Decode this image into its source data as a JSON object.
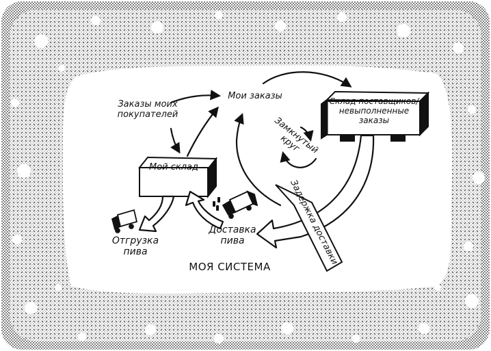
{
  "colors": {
    "ink": "#111111",
    "paper": "#ffffff",
    "halftone": "#2a2a2a"
  },
  "diagram": {
    "system_caption": "МОЯ СИСТЕМА",
    "orders_from_customers": [
      "Заказы моих",
      "покупателей"
    ],
    "my_orders": "Мои заказы",
    "my_warehouse": "Мой склад",
    "supplier_warehouse": [
      "Склад поставщиков/",
      "невыполненные",
      "заказы"
    ],
    "closed_loop": [
      "Замкнутый",
      "круг"
    ],
    "delivery_delay": "Задержка доставки",
    "beer_shipment": [
      "Отгрузка",
      "пива"
    ],
    "beer_delivery": [
      "Доставка",
      "пива"
    ]
  },
  "icons": {
    "truck_left": "truck-icon",
    "truck_right": "truck-icon",
    "bottles": "bottles-icon"
  }
}
